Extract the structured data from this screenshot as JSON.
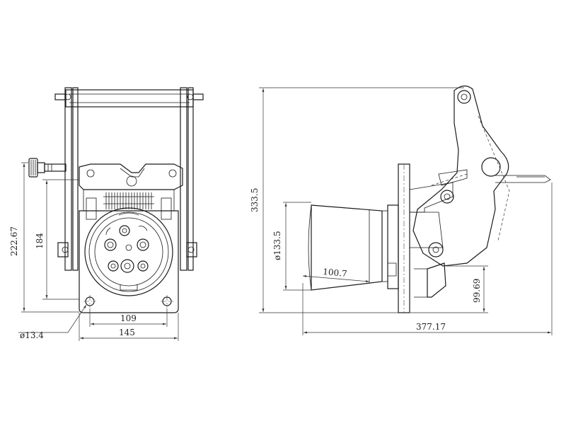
{
  "dimensions": {
    "front_height_outer": "222.67",
    "front_height_inner": "184",
    "front_hole_spacing": "109",
    "front_base_width": "145",
    "front_hole_diameter": "ø13.4",
    "side_total_height": "333.5",
    "side_socket_diameter": "ø133.5",
    "side_socket_depth": "100.7",
    "side_offset": "99.69",
    "side_total_length": "377.17"
  }
}
